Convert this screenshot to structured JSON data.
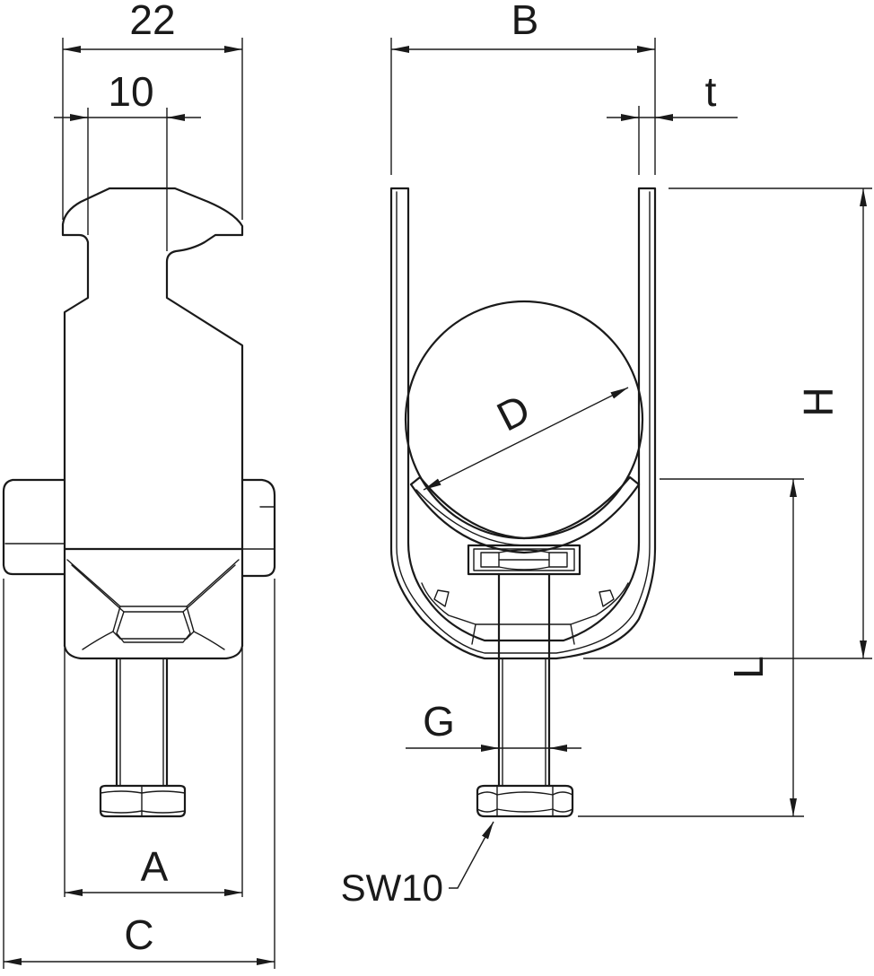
{
  "diagram": {
    "labels": {
      "width_22": "22",
      "width_10": "10",
      "dim_b": "B",
      "dim_t": "t",
      "dim_d": "D",
      "dim_h": "H",
      "dim_l": "L",
      "dim_g": "G",
      "dim_a": "A",
      "dim_c": "C",
      "nut_size": "SW10"
    }
  }
}
